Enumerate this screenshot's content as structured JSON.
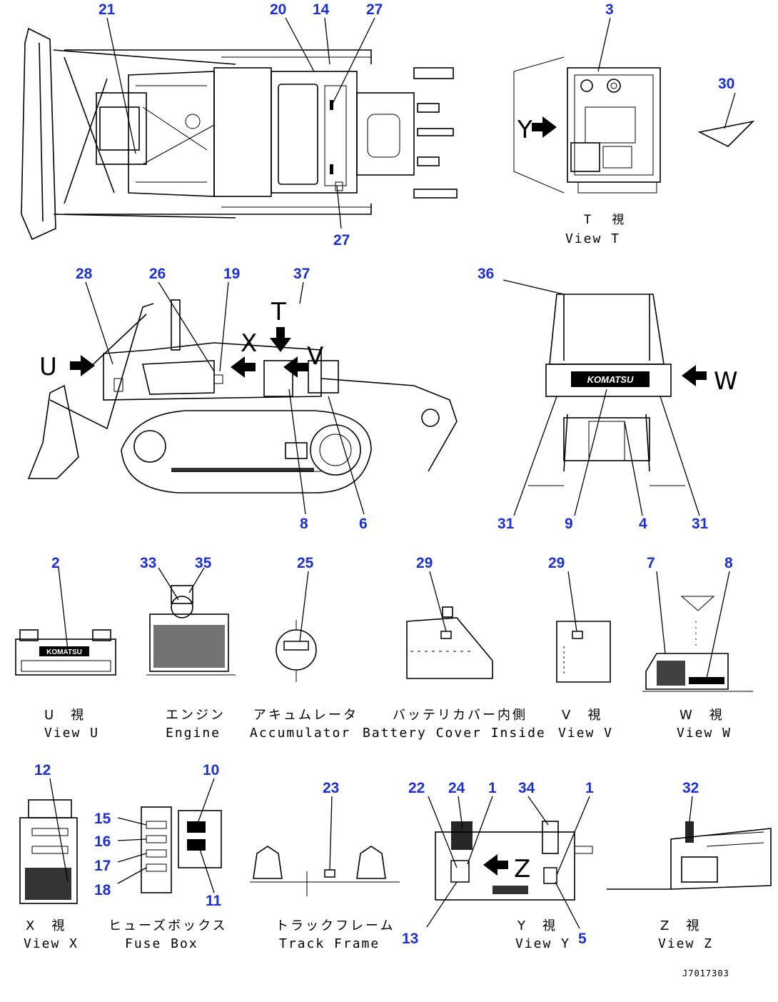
{
  "callouts": {
    "c21": "21",
    "c20": "20",
    "c14": "14",
    "c27a": "27",
    "c27b": "27",
    "c3": "3",
    "c30": "30",
    "c28": "28",
    "c26": "26",
    "c19": "19",
    "c37": "37",
    "c36": "36",
    "c8a": "8",
    "c6": "6",
    "c31a": "31",
    "c9": "9",
    "c4": "4",
    "c31b": "31",
    "c2": "2",
    "c33": "33",
    "c35": "35",
    "c25": "25",
    "c29a": "29",
    "c29b": "29",
    "c7": "7",
    "c8b": "8",
    "c12": "12",
    "c10": "10",
    "c15": "15",
    "c16": "16",
    "c17": "17",
    "c18": "18",
    "c11": "11",
    "c23": "23",
    "c22": "22",
    "c24": "24",
    "c1a": "1",
    "c34": "34",
    "c1b": "1",
    "c13": "13",
    "c5": "5",
    "c32": "32"
  },
  "view_letters": {
    "u": "U",
    "x": "X",
    "t": "T",
    "v": "V",
    "w": "W",
    "y": "Y",
    "z": "Z"
  },
  "captions": {
    "view_t_jp": "T　視",
    "view_t_en": "View T",
    "view_u_jp": "U　視",
    "view_u_en": "View U",
    "engine_jp": "エンジン",
    "engine_en": "Engine",
    "accumulator_jp": "アキュムレータ",
    "accumulator_en": "Accumulator",
    "battery_jp": "バッテリカバー内側",
    "battery_en": "Battery Cover Inside",
    "view_v_jp": "V　視",
    "view_v_en": "View V",
    "view_w_jp": "W　視",
    "view_w_en": "View W",
    "view_x_jp": "X　視",
    "view_x_en": "View X",
    "fuse_jp": "ヒューズボックス",
    "fuse_en": "Fuse Box",
    "track_jp": "トラックフレーム",
    "track_en": "Track Frame",
    "view_y_jp": "Y　視",
    "view_y_en": "View Y",
    "view_z_jp": "Z　視",
    "view_z_en": "View Z"
  },
  "logo_text": "KOMATSU",
  "drawing_code": "J7017303"
}
